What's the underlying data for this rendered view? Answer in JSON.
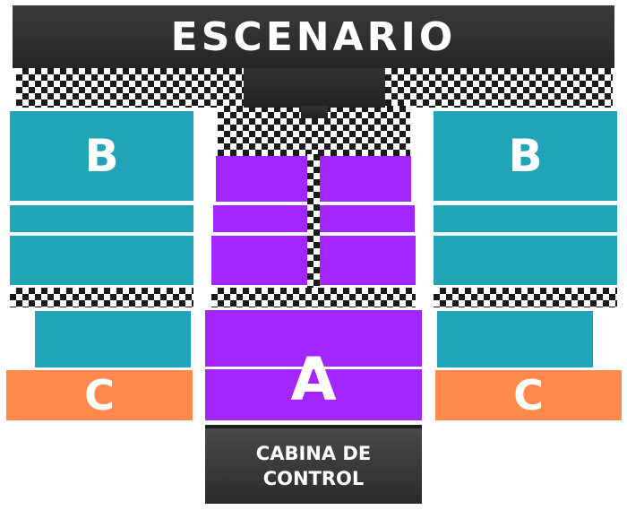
{
  "stage": {
    "label": "ESCENARIO"
  },
  "sections": {
    "a": "A",
    "b_left": "B",
    "b_right": "B",
    "c_left": "C",
    "c_right": "C"
  },
  "control_booth": {
    "line1": "CABINA DE",
    "line2": "CONTROL"
  },
  "colors": {
    "section_a": "#a325ff",
    "section_b": "#20a4b6",
    "section_c": "#ff8a4c",
    "stage": "#2b2b2b"
  }
}
